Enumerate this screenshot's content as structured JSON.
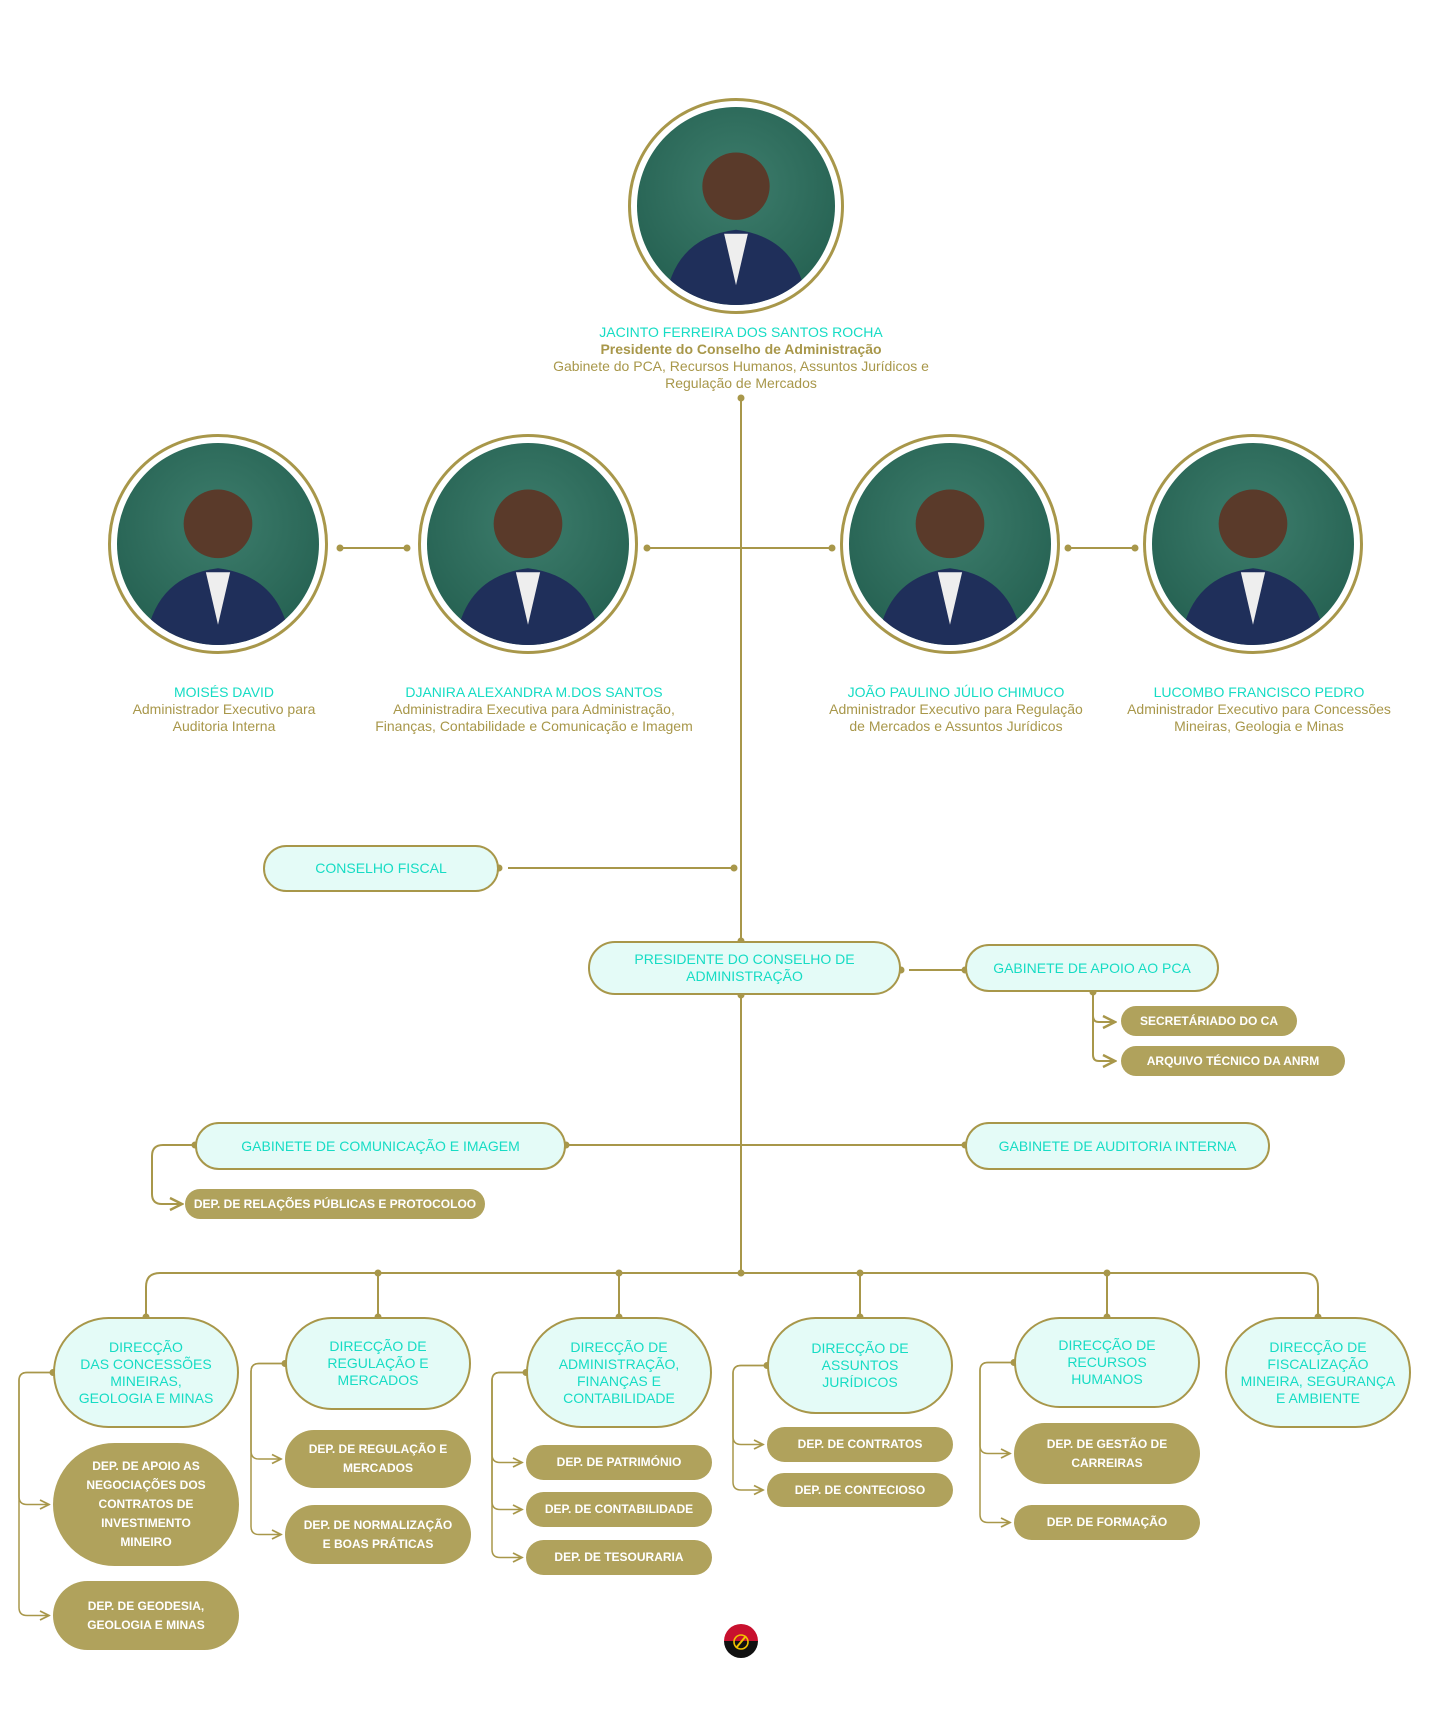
{
  "president": {
    "name": "JACINTO FERREIRA DOS SANTOS ROCHA",
    "role": "Presidente do Conselho de Administração",
    "portfolio": "Gabinete do PCA, Recursos Humanos, Assuntos Jurídicos e\nRegulação de Mercados"
  },
  "administrators": [
    {
      "name": "MOISÉS DAVID",
      "role": "Administrador Executivo para\nAuditoria Interna"
    },
    {
      "name": "DJANIRA ALEXANDRA M.DOS SANTOS",
      "role": "Administradira Executiva para Administração,\nFinanças, Contabilidade e Comunicação e Imagem"
    },
    {
      "name": "JOÃO PAULINO JÚLIO CHIMUCO",
      "role": "Administrador Executivo para Regulação\nde Mercados e Assuntos Jurídicos"
    },
    {
      "name": "LUCOMBO FRANCISCO PEDRO",
      "role": "Administrador Executivo para Concessões\nMineiras, Geologia e Minas"
    }
  ],
  "conselho_fiscal": "CONSELHO FISCAL",
  "pca": "PRESIDENTE DO CONSELHO DE\nADMINISTRAÇÃO",
  "gabinete_apoio": {
    "label": "GABINETE DE APOIO AO PCA",
    "children": [
      "SECRETÁRIADO DO CA",
      "ARQUIVO TÉCNICO DA ANRM"
    ]
  },
  "gabinete_comunicacao": {
    "label": "GABINETE DE COMUNICAÇÃO E IMAGEM",
    "children": [
      "DEP. DE RELAÇÕES PÚBLICAS E PROTOCOLOO"
    ]
  },
  "gabinete_auditoria": "GABINETE DE AUDITORIA INTERNA",
  "direccoes": [
    {
      "label": "DIRECÇÃO\nDAS CONCESSÕES\nMINEIRAS,\nGEOLOGIA E MINAS",
      "departments": [
        "DEP. DE APOIO AS\nNEGOCIAÇÕES DOS\nCONTRATOS DE\nINVESTIMENTO\nMINEIRO",
        "DEP. DE GEODESIA,\nGEOLOGIA E MINAS"
      ]
    },
    {
      "label": "DIRECÇÃO DE\nREGULAÇÃO E\nMERCADOS",
      "departments": [
        "DEP. DE REGULAÇÃO E\nMERCADOS",
        "DEP. DE NORMALIZAÇÃO\nE BOAS PRÁTICAS"
      ]
    },
    {
      "label": "DIRECÇÃO DE\nADMINISTRAÇÃO,\nFINANÇAS E\nCONTABILIDADE",
      "departments": [
        "DEP. DE PATRIMÓNIO",
        "DEP. DE CONTABILIDADE",
        "DEP. DE TESOURARIA"
      ]
    },
    {
      "label": "DIRECÇÃO DE\nASSUNTOS\nJURÍDICOS",
      "departments": [
        "DEP. DE CONTRATOS",
        "DEP. DE CONTECIOSO"
      ]
    },
    {
      "label": "DIRECÇÃO DE\nRECURSOS\nHUMANOS",
      "departments": [
        "DEP. DE GESTÃO DE\nCARREIRAS",
        "DEP. DE FORMAÇÃO"
      ]
    },
    {
      "label": "DIRECÇÃO DE\nFISCALIZAÇÃO\nMINEIRA, SEGURANÇA\nE AMBIENTE",
      "departments": []
    }
  ],
  "colors": {
    "gold": "#a8974a",
    "gold_fill": "#b0a25c",
    "cyan": "#16dcc4",
    "light_fill": "#e4fbf7",
    "photo_bg": "#2c6b5a"
  }
}
